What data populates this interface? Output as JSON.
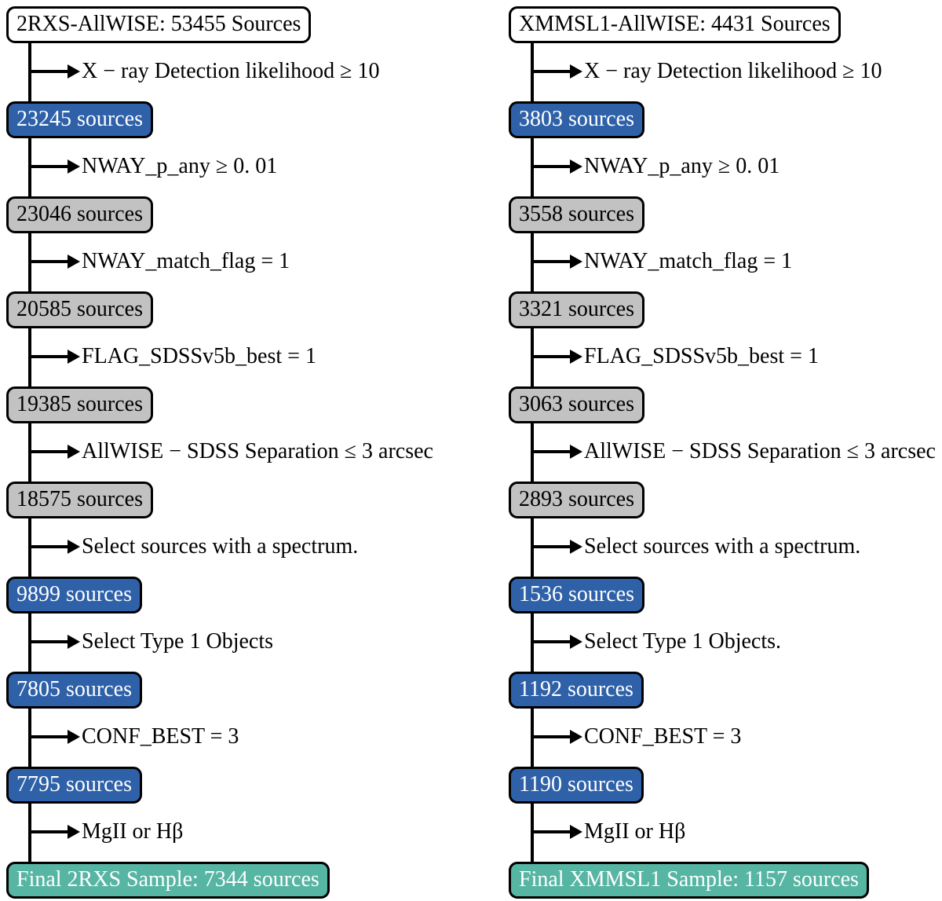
{
  "figure": {
    "colors": {
      "count_box_blue": "#2f61a9",
      "count_box_gray": "#c2c2c2",
      "final_box_teal": "#56b5a3",
      "outline_black": "#000000"
    },
    "columns": [
      {
        "title": "2RXS-AllWISE: 53455 Sources",
        "steps": [
          {
            "criterion": "X − ray Detection likelihood ≥ 10",
            "result": "23245 sources"
          },
          {
            "criterion": "NWAY_p_any ≥ 0. 01",
            "result": "23046 sources"
          },
          {
            "criterion": "NWAY_match_flag = 1",
            "result": "20585 sources"
          },
          {
            "criterion": "FLAG_SDSSv5b_best = 1",
            "result": "19385 sources"
          },
          {
            "criterion": "AllWISE − SDSS Separation ≤ 3 arcsec",
            "result": "18575 sources"
          },
          {
            "criterion": "Select sources with a spectrum.",
            "result": "9899 sources"
          },
          {
            "criterion": "Select Type 1 Objects",
            "result": "7805 sources"
          },
          {
            "criterion": "CONF_BEST = 3",
            "result": "7795 sources"
          },
          {
            "criterion": "MgII or Hβ",
            "result": "Final 2RXS Sample: 7344 sources"
          }
        ]
      },
      {
        "title": "XMMSL1-AllWISE: 4431 Sources",
        "steps": [
          {
            "criterion": "X − ray Detection likelihood ≥ 10",
            "result": "3803 sources"
          },
          {
            "criterion": "NWAY_p_any ≥ 0. 01",
            "result": "3558 sources"
          },
          {
            "criterion": "NWAY_match_flag = 1",
            "result": "3321 sources"
          },
          {
            "criterion": "FLAG_SDSSv5b_best = 1",
            "result": "3063 sources"
          },
          {
            "criterion": "AllWISE − SDSS Separation ≤ 3 arcsec",
            "result": "2893 sources"
          },
          {
            "criterion": "Select sources with a spectrum.",
            "result": "1536 sources"
          },
          {
            "criterion": "Select Type 1 Objects.",
            "result": "1192 sources"
          },
          {
            "criterion": "CONF_BEST = 3",
            "result": "1190 sources"
          },
          {
            "criterion": "MgII or Hβ",
            "result": "Final XMMSL1 Sample: 1157 sources"
          }
        ]
      }
    ]
  }
}
